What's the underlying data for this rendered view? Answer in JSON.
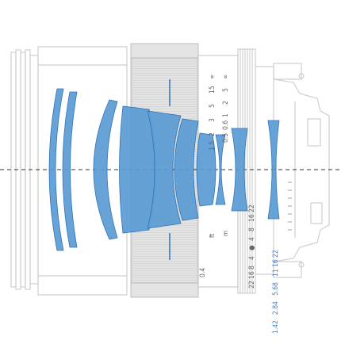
{
  "distance_scale": {
    "unit_ft": "ft",
    "unit_m": "m",
    "ft_values": [
      "∞",
      "15",
      "5",
      "3",
      "2",
      "1.5"
    ],
    "m_values": [
      "∞",
      "5",
      "2",
      "1",
      "0.6",
      "0.5"
    ]
  },
  "dof_scale": {
    "left_values": [
      "22",
      "16",
      "8",
      "4"
    ],
    "center_mark": "●",
    "right_values": [
      "4",
      "8",
      "16",
      "22"
    ]
  },
  "aperture_scale": {
    "values": [
      "22",
      "16",
      "11",
      "8",
      "5.6",
      "4",
      "2.8",
      "2",
      "1.4"
    ]
  },
  "colors": {
    "lens_element": "#5b9bd5",
    "lens_outline": "#2e75b6",
    "barrel_outline": "#c9c9c9",
    "focus_ring": "#d4d4d4",
    "axis": "#333333"
  }
}
